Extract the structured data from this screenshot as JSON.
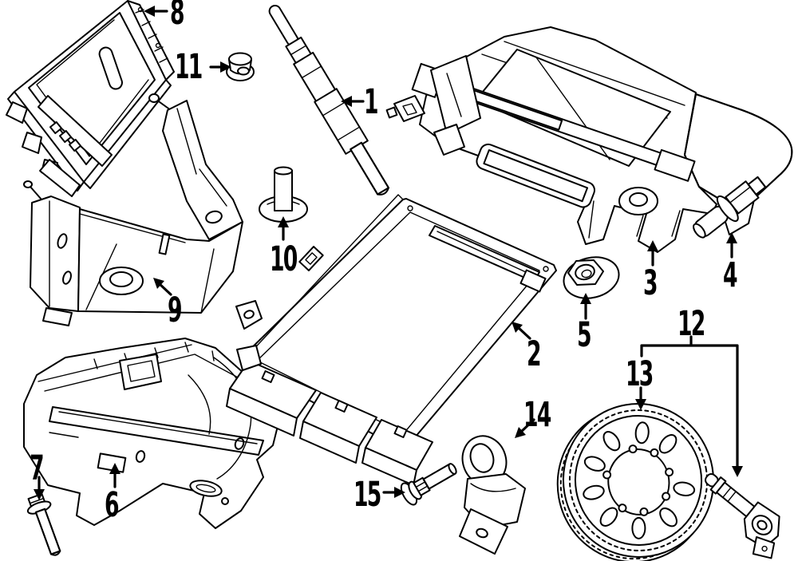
{
  "diagram": {
    "type": "exploded-parts-diagram",
    "background_color": "#ffffff",
    "line_color": "#000000",
    "callout_color": "#000000"
  },
  "callouts": [
    {
      "number": "1"
    },
    {
      "number": "2"
    },
    {
      "number": "3"
    },
    {
      "number": "4"
    },
    {
      "number": "5"
    },
    {
      "number": "6"
    },
    {
      "number": "7"
    },
    {
      "number": "8"
    },
    {
      "number": "9"
    },
    {
      "number": "10"
    },
    {
      "number": "11"
    },
    {
      "number": "12"
    },
    {
      "number": "13"
    },
    {
      "number": "14"
    },
    {
      "number": "15"
    }
  ]
}
